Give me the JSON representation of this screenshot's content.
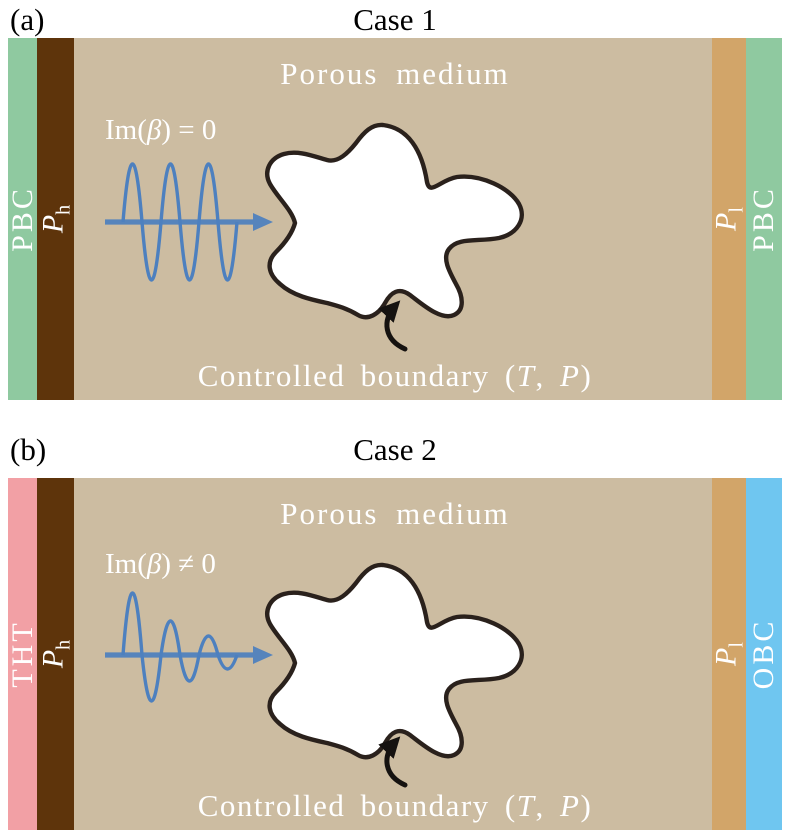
{
  "figure": {
    "colors": {
      "porous_medium": "#ccbca1",
      "high_pressure_strip": "#5e340b",
      "low_pressure_strip": "#d2a569",
      "pbc_strip": "#8fc9a0",
      "tht_strip": "#f2a0a5",
      "obc_strip": "#6fc6f0",
      "wave_blue": "#4d80bf",
      "cavity_outline": "#2a211c",
      "label_white": "#ffffff",
      "title_black": "#000000"
    },
    "panels": [
      {
        "tag": "(a)",
        "title": "Case 1",
        "medium_label": "Porous medium",
        "wave_label": {
          "prefix": "Im(",
          "beta": "β",
          "suffix": ") = 0"
        },
        "strips": {
          "left_outer": "PBC",
          "left_inner": {
            "symbol": "P",
            "sub": "h"
          },
          "right_inner": {
            "symbol": "P",
            "sub": "l"
          },
          "right_outer": "PBC"
        },
        "boundary_label": {
          "text": "Controlled boundary (",
          "t": "T",
          "sep": ", ",
          "p": "P",
          "close": ")"
        }
      },
      {
        "tag": "(b)",
        "title": "Case 2",
        "medium_label": "Porous medium",
        "wave_label": {
          "prefix": "Im(",
          "beta": "β",
          "suffix": ") ≠ 0"
        },
        "strips": {
          "left_outer": "THT",
          "left_inner": {
            "symbol": "P",
            "sub": "h"
          },
          "right_inner": {
            "symbol": "P",
            "sub": "l"
          },
          "right_outer": "OBC"
        },
        "boundary_label": {
          "text": "Controlled boundary (",
          "t": "T",
          "sep": ", ",
          "p": "P",
          "close": ")"
        }
      }
    ]
  }
}
